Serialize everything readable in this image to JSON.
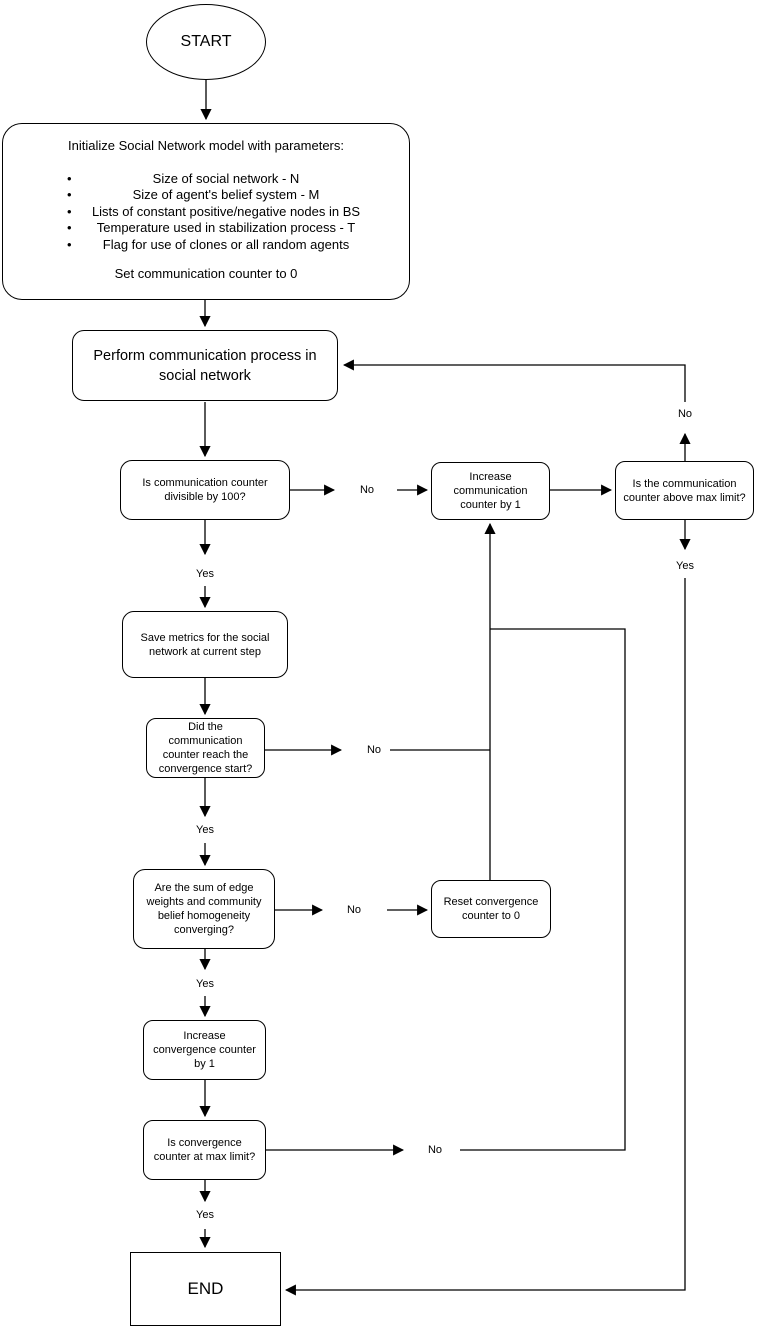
{
  "diagram": {
    "colors": {
      "stroke": "#000000",
      "text": "#000000",
      "background": "#ffffff"
    },
    "nodes": {
      "start": {
        "label": "START"
      },
      "init": {
        "title": "Initialize Social Network model with parameters:",
        "bullet_char": "•",
        "params": [
          "Size of social network - N",
          "Size of agent's belief system - M",
          "Lists of constant positive/negative nodes in BS",
          "Temperature used in stabilization process - T",
          "Flag for use of clones or all random agents"
        ],
        "footer": "Set communication counter to 0"
      },
      "perform": {
        "label": "Perform communication process in\nsocial network"
      },
      "check_div100": {
        "label": "Is communication counter\ndivisible by 100?"
      },
      "inc_comm": {
        "label": "Increase\ncommunication\ncounter by 1"
      },
      "check_max_comm": {
        "label": "Is the communication\ncounter above max limit?"
      },
      "save_metrics": {
        "label": "Save metrics for the social\nnetwork at current step"
      },
      "check_conv_start": {
        "label": "Did the\ncommunication\ncounter reach the\nconvergence start?"
      },
      "check_converging": {
        "label": "Are the sum of edge\nweights and community\nbelief homogeneity\nconverging?"
      },
      "reset_conv": {
        "label": "Reset convergence\ncounter to 0"
      },
      "inc_conv": {
        "label": "Increase\nconvergence counter\nby 1"
      },
      "check_max_conv": {
        "label": "Is convergence\ncounter at max limit?"
      },
      "end": {
        "label": "END"
      }
    },
    "edge_labels": {
      "no_div100": "No",
      "no_max_comm": "No",
      "yes_max_comm": "Yes",
      "yes_div100": "Yes",
      "no_conv_start": "No",
      "yes_conv_start": "Yes",
      "no_converging": "No",
      "yes_converging": "Yes",
      "no_max_conv": "No",
      "yes_max_conv": "Yes"
    }
  }
}
